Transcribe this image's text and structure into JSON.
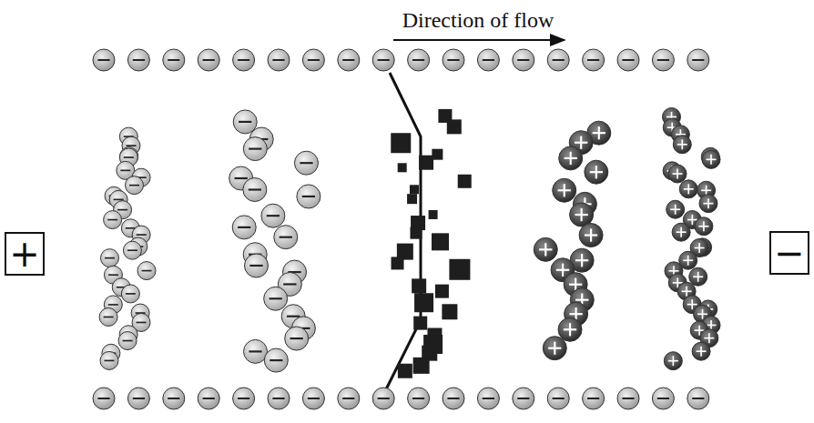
{
  "diagram": {
    "nodes": [
      {
        "text": [
          "+"
        ]
      },
      {
        "text": [
          "−"
        ]
      }
    ],
    "labels": [
      "Direction of flow"
    ]
  }
}
